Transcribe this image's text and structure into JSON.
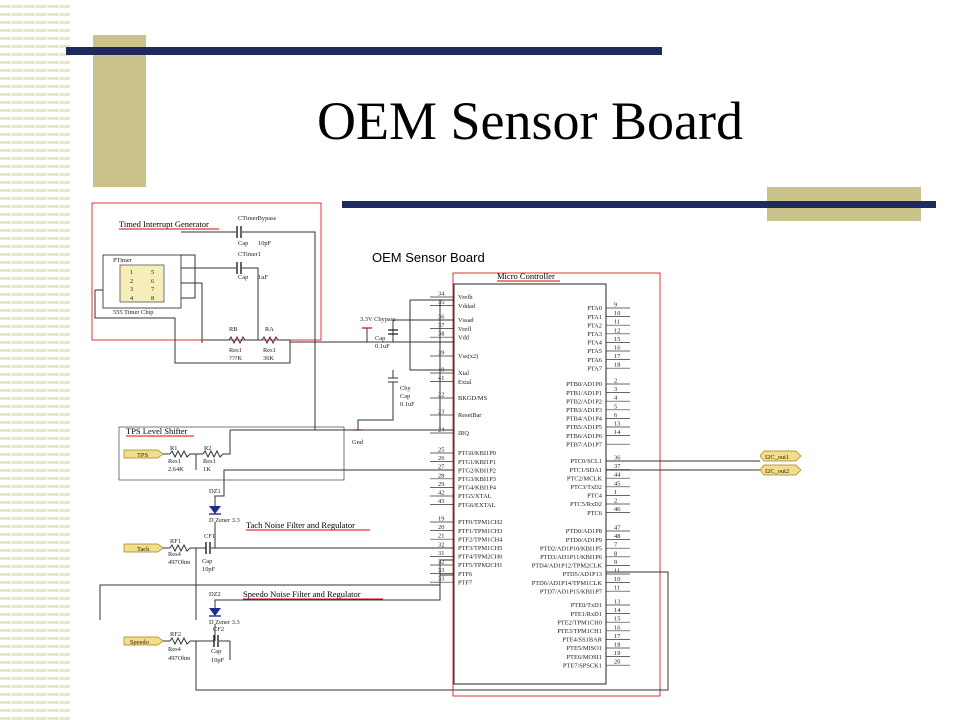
{
  "slide": {
    "title": "OEM Sensor Board",
    "colors": {
      "accent_olive": "#c9c28a",
      "accent_navy": "#1f2b5c",
      "stripe": "#e8e4c8",
      "wire_red": "#dd0000",
      "port_yellow": "#f3dc8a"
    }
  },
  "schematic": {
    "sheet_title": "OEM Sensor Board",
    "mcu_title": "Micro Controller",
    "sections": {
      "timer": "Timed Interrupt Generator",
      "tps": "TPS Level Shifter",
      "tach": "Tach Noise Filter and Regulator",
      "speedo": "Speedo Noise Filter and Regulator"
    },
    "timer": {
      "ref": "PTimer",
      "pins": [
        "1",
        "2",
        "3",
        "4",
        "5",
        "6",
        "7",
        "8"
      ],
      "chip": "555 Timer Chip",
      "cbypass": "CTimerBypass",
      "cbypass_type": "Cap",
      "cbypass_val": "10pF",
      "ctimer": "CTimer1",
      "ctimer_type": "Cap",
      "ctimer_val": "1uF",
      "rb": "RB",
      "rb_type": "Res1",
      "rb_val": "???K",
      "ra": "RA",
      "ra_type": "Res1",
      "ra_val": "36K"
    },
    "power": {
      "cbypass": "3.3V Cbypass",
      "cbypass_type": "Cap",
      "cbypass_val": "0.1uF",
      "cby": "Cby",
      "cby_type": "Cap",
      "cby_val": "0.1uF",
      "gnd": "Gnd"
    },
    "tps": {
      "port": "TPS",
      "r1": "R1",
      "r1_type": "Res1",
      "r1_val": "2.64K",
      "r2": "R2",
      "r2_type": "Res1",
      "r2_val": "1K"
    },
    "tach": {
      "dz": "DZ1",
      "dz_type": "D Zener 3.3",
      "port": "Tach",
      "rf": "RF1",
      "rf_type": "Res4",
      "rf_val": "497Ohm",
      "cf": "CF1",
      "cf_type": "Cap",
      "cf_val": "10pF"
    },
    "speedo": {
      "dz": "DZ2",
      "dz_type": "D Zener 3.3",
      "port": "Speedo",
      "rf": "RF2",
      "rf_type": "Res4",
      "rf_val": "497Ohm",
      "cf": "CF2",
      "cf_type": "Cap",
      "cf_val": "10pF"
    },
    "outputs": [
      "I2C_out1",
      "I2C_out2"
    ],
    "mcu_left": [
      {
        "num": "34",
        "name": "Vrefh"
      },
      {
        "num": "35",
        "name": "Vddad"
      },
      {
        "num": "36",
        "name": "Vssad"
      },
      {
        "num": "37",
        "name": "Vrefl"
      },
      {
        "num": "38",
        "name": "Vdd"
      },
      {
        "num": "39",
        "name": "Vss(x2)"
      },
      {
        "num": "40",
        "name": "Xtal"
      },
      {
        "num": "41",
        "name": "Extal"
      },
      {
        "num": "22",
        "name": "BKGD/MS"
      },
      {
        "num": "23",
        "name": "ResetBar"
      },
      {
        "num": "24",
        "name": "IRQ"
      },
      {
        "num": "25",
        "name": "PTG0/KBI1P0"
      },
      {
        "num": "26",
        "name": "PTG1/KBI1P1"
      },
      {
        "num": "27",
        "name": "PTG2/KBI1P2"
      },
      {
        "num": "28",
        "name": "PTG3/KBI1P3"
      },
      {
        "num": "29",
        "name": "PTG4/KBI1P4"
      },
      {
        "num": "42",
        "name": "PTG5/XTAL"
      },
      {
        "num": "43",
        "name": "PTG6/EXTAL"
      },
      {
        "num": "19",
        "name": "PTF0/TPM1CH2"
      },
      {
        "num": "20",
        "name": "PTF1/TPM1CH3"
      },
      {
        "num": "21",
        "name": "PTF2/TPM1CH4"
      },
      {
        "num": "32",
        "name": "PTF3/TPM1CH5"
      },
      {
        "num": "31",
        "name": "PTF4/TPM2CH0"
      },
      {
        "num": "32",
        "name": "PTF5/TPM2CH1"
      },
      {
        "num": "33",
        "name": "PTF6"
      },
      {
        "num": "33",
        "name": "PTF7"
      }
    ],
    "mcu_right": [
      {
        "num": "9",
        "name": "PTA0"
      },
      {
        "num": "10",
        "name": "PTA1"
      },
      {
        "num": "11",
        "name": "PTA2"
      },
      {
        "num": "12",
        "name": "PTA3"
      },
      {
        "num": "15",
        "name": "PTA4"
      },
      {
        "num": "16",
        "name": "PTA5"
      },
      {
        "num": "17",
        "name": "PTA6"
      },
      {
        "num": "18",
        "name": "PTA7"
      },
      {
        "num": "2",
        "name": "PTB0/AD1P0"
      },
      {
        "num": "3",
        "name": "PTB1/AD1P1"
      },
      {
        "num": "4",
        "name": "PTB2/AD1P2"
      },
      {
        "num": "5",
        "name": "PTB3/AD1P3"
      },
      {
        "num": "6",
        "name": "PTB4/AD1P4"
      },
      {
        "num": "13",
        "name": "PTB5/AD1P5"
      },
      {
        "num": "14",
        "name": "PTB6/AD1P6"
      },
      {
        "num": "",
        "name": "PTB7/AD1P7"
      },
      {
        "num": "36",
        "name": "PTC0/SCL1"
      },
      {
        "num": "37",
        "name": "PTC1/SDA1"
      },
      {
        "num": "44",
        "name": "PTC2/MCLK"
      },
      {
        "num": "45",
        "name": "PTC3/TxD2"
      },
      {
        "num": "1",
        "name": "PTC4"
      },
      {
        "num": "2",
        "name": "PTC5/RxD2"
      },
      {
        "num": "46",
        "name": "PTC6"
      },
      {
        "num": "47",
        "name": "PTD0/AD1P8"
      },
      {
        "num": "48",
        "name": "PTD0/AD1P9"
      },
      {
        "num": "7",
        "name": "PTD2/AD1P10/KBI1P5"
      },
      {
        "num": "8",
        "name": "PTD3/AD1P11/KBI1P6"
      },
      {
        "num": "9",
        "name": "PTD4/AD1P12/TPM2CLK"
      },
      {
        "num": "11",
        "name": "PTD5/AD1P13"
      },
      {
        "num": "10",
        "name": "PTD6/AD1P14/TPM1CLK"
      },
      {
        "num": "11",
        "name": "PTD7/AD1P15/KBI1P7"
      },
      {
        "num": "13",
        "name": "PTE0/TxD1"
      },
      {
        "num": "14",
        "name": "PTE1/RxD1"
      },
      {
        "num": "15",
        "name": "PTE2/TPM1CH0"
      },
      {
        "num": "16",
        "name": "PTE3/TPM1CH1"
      },
      {
        "num": "17",
        "name": "PTE4/SS1BAR"
      },
      {
        "num": "18",
        "name": "PTE5/MISO1"
      },
      {
        "num": "19",
        "name": "PTE6/MOSI1"
      },
      {
        "num": "20",
        "name": "PTE7/SPSCK1"
      }
    ]
  }
}
